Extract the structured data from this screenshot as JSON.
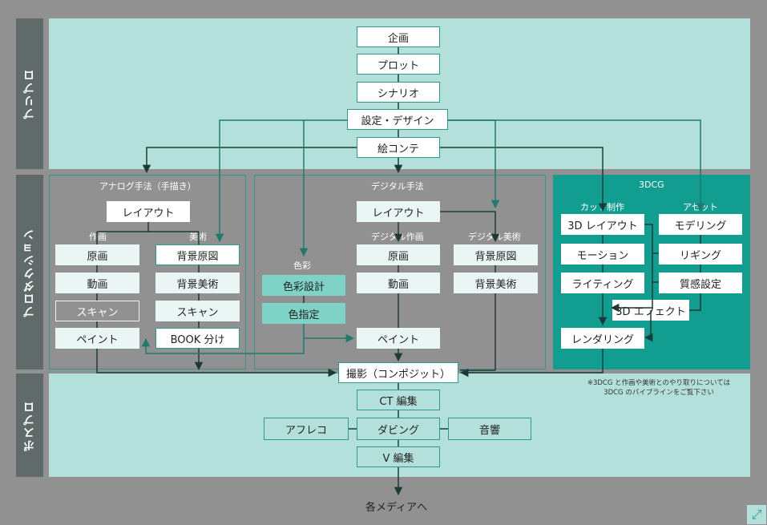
{
  "phases": {
    "pre": "プリプロ",
    "pro": "プロダクション",
    "post": "ポスプロ"
  },
  "pre": {
    "kikaku": "企画",
    "plot": "プロット",
    "scenario": "シナリオ",
    "settei": "設定・デザイン",
    "ekonte": "絵コンテ"
  },
  "analog": {
    "title": "アナログ手法（手描き）",
    "layout": "レイアウト",
    "sakuga_label": "作画",
    "bijutsu_label": "美術",
    "genga": "原画",
    "douga": "動画",
    "scan1": "スキャン",
    "paint": "ペイント",
    "haikei_genzu": "背景原図",
    "haikei_bijutsu": "背景美術",
    "scan2": "スキャン",
    "book": "BOOK 分け"
  },
  "color": {
    "label": "色彩",
    "sekkei": "色彩設計",
    "shitei": "色指定"
  },
  "digital": {
    "title": "デジタル手法",
    "layout": "レイアウト",
    "sakuga_label": "デジタル作画",
    "bijutsu_label": "デジタル美術",
    "genga": "原画",
    "douga": "動画",
    "paint": "ペイント",
    "haikei_genzu": "背景原図",
    "haikei_bijutsu": "背景美術"
  },
  "cg": {
    "title": "3DCG",
    "cut_label": "カット制作",
    "asset_label": "アセット",
    "layout3d": "3D レイアウト",
    "motion": "モーション",
    "lighting": "ライティング",
    "modeling": "モデリング",
    "rigging": "リギング",
    "shitsukan": "質感設定",
    "effect": "3D エフェクト",
    "rendering": "レンダリング",
    "note_line1": "※3DCG と作画や美術とのやり取りについては",
    "note_line2": "3DCG のパイプラインをご覧下さい"
  },
  "post": {
    "satsuei": "撮影（コンポジット）",
    "ct": "CT 編集",
    "afureko": "アフレコ",
    "dubbing": "ダビング",
    "onkyo": "音響",
    "v_edit": "V 編集",
    "media": "各メディアへ"
  },
  "colors": {
    "teal_dark": "#1f7a6e",
    "teal": "#119e90",
    "mint": "#b4e0db",
    "sidebar": "#5f6a69",
    "arrow": "#1e3a36"
  },
  "icons": {
    "corner": "expand-icon"
  }
}
